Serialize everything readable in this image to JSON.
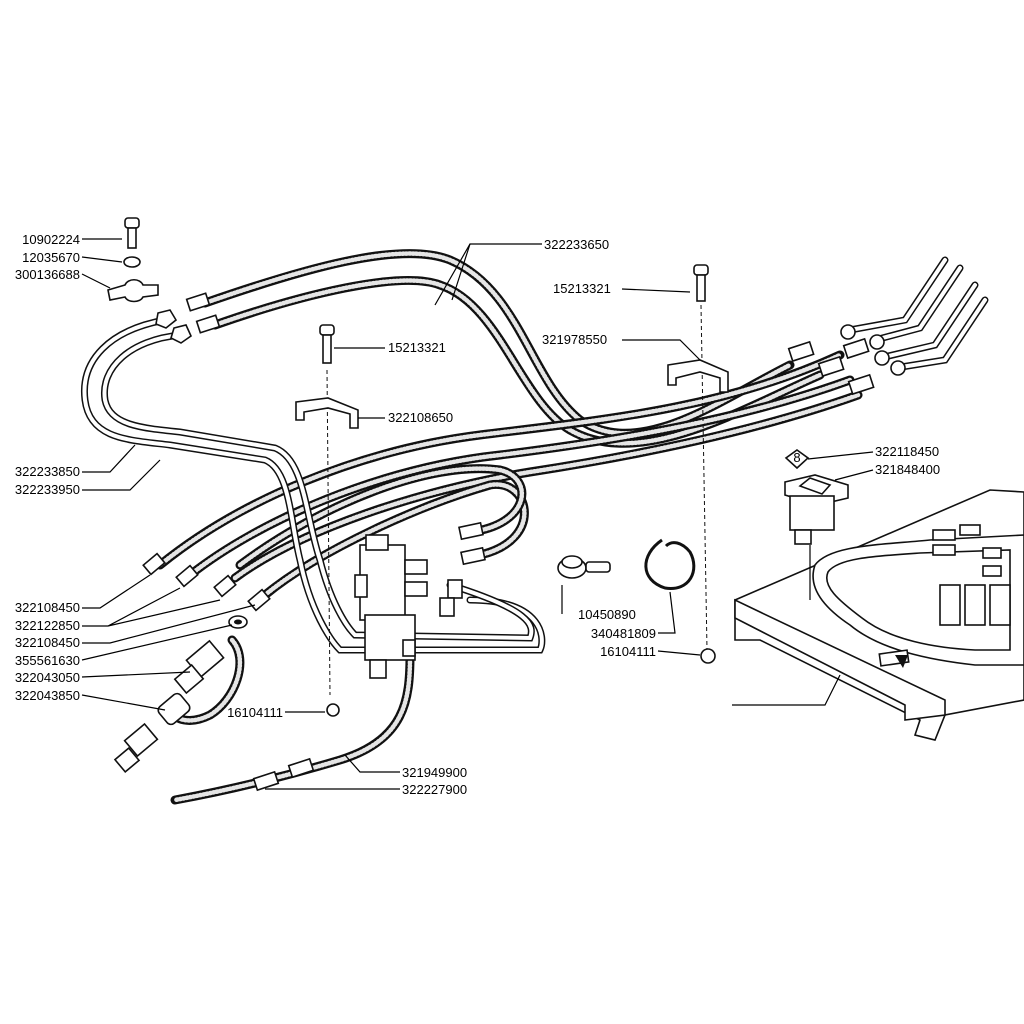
{
  "callouts": [
    {
      "id": "c1",
      "text": "10902224",
      "side": "left",
      "target": "screw-top-left"
    },
    {
      "id": "c2",
      "text": "12035670",
      "side": "left",
      "target": "washer-top-left"
    },
    {
      "id": "c3",
      "text": "300136688",
      "side": "left",
      "target": "clamp-top-left"
    },
    {
      "id": "c4",
      "text": "322233650",
      "side": "right",
      "target": "upper-hoses"
    },
    {
      "id": "c5",
      "text": "15213321",
      "side": "right",
      "target": "screw-top-right"
    },
    {
      "id": "c6",
      "text": "321978550",
      "side": "right",
      "target": "bracket-right"
    },
    {
      "id": "c7",
      "text": "15213321",
      "side": "right",
      "target": "screw-center"
    },
    {
      "id": "c8",
      "text": "322108650",
      "side": "right",
      "target": "bracket-center"
    },
    {
      "id": "c9",
      "text": "322233850",
      "side": "left",
      "target": "rigid-pipe-1"
    },
    {
      "id": "c10",
      "text": "322233950",
      "side": "left",
      "target": "rigid-pipe-2"
    },
    {
      "id": "c11",
      "text": "322118450",
      "side": "right",
      "target": "switch-decal"
    },
    {
      "id": "c12",
      "text": "321848400",
      "side": "right",
      "target": "rocker-switch"
    },
    {
      "id": "c13",
      "text": "322108450",
      "side": "left",
      "target": "hose-end-1"
    },
    {
      "id": "c14",
      "text": "322122850",
      "side": "left",
      "target": "hose-end-2"
    },
    {
      "id": "c15",
      "text": "322108450",
      "side": "left",
      "target": "hose-end-3"
    },
    {
      "id": "c16",
      "text": "355561630",
      "side": "left",
      "target": "seal-ring"
    },
    {
      "id": "c17",
      "text": "322043050",
      "side": "left",
      "target": "quick-coupler-male"
    },
    {
      "id": "c18",
      "text": "322043850",
      "side": "left",
      "target": "quick-coupler-female"
    },
    {
      "id": "c19",
      "text": "10450890",
      "side": "right",
      "target": "hose-clip"
    },
    {
      "id": "c20",
      "text": "340481809",
      "side": "right",
      "target": "circlip"
    },
    {
      "id": "c21",
      "text": "16104111",
      "side": "right",
      "target": "nut-right"
    },
    {
      "id": "c22",
      "text": "16104111",
      "side": "left",
      "target": "nut-center"
    },
    {
      "id": "c23",
      "text": "321949900",
      "side": "right",
      "target": "cable"
    },
    {
      "id": "c24",
      "text": "322227900",
      "side": "right",
      "target": "cable-connector"
    }
  ]
}
